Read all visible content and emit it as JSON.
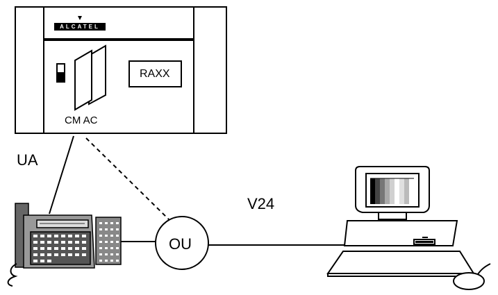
{
  "diagram": {
    "labels": {
      "ua": "UA",
      "v24": "V24",
      "ou": "OU",
      "cm_ac": "CM AC",
      "raxx": "RAXX",
      "brand": "ALCATEL"
    }
  }
}
